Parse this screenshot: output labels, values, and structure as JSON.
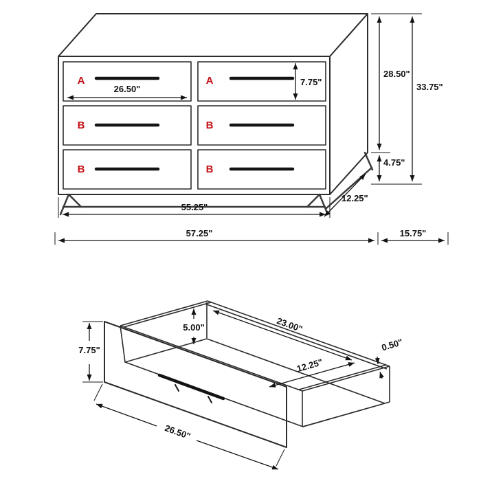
{
  "colors": {
    "background": "#ffffff",
    "line": "#2b2b2b",
    "dimension_text": "#111111",
    "drawer_label": "#c41116"
  },
  "dresser": {
    "drawer_labels": [
      "A",
      "A",
      "B",
      "B",
      "B",
      "B"
    ],
    "dims": {
      "top_drawer_width": "26.50\"",
      "drawer_height": "7.75\"",
      "case_height": "28.50\"",
      "overall_height": "33.75\"",
      "leg_height": "4.75\"",
      "case_width": "55.25\"",
      "case_depth": "12.25\"",
      "overall_width": "57.25\"",
      "overall_depth": "15.75\""
    }
  },
  "drawer": {
    "dims": {
      "front_height": "7.75\"",
      "inner_height": "5.00\"",
      "inner_width": "23.00\"",
      "inner_depth": "12.25\"",
      "side_thickness": "0.50\"",
      "front_width": "26.50\""
    }
  }
}
